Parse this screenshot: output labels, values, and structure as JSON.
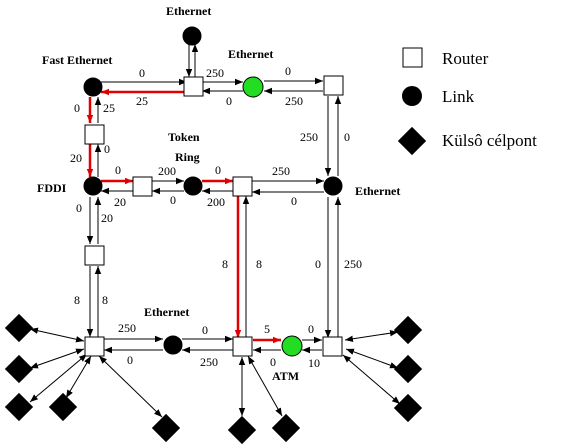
{
  "legend": {
    "router": "Router",
    "link": "Link",
    "target": "Külsô célpont"
  },
  "node_labels": {
    "ethernet_top": "Ethernet",
    "fast_ethernet": "Fast Ethernet",
    "ethernet_upper": "Ethernet",
    "token_ring": "Token\nRing",
    "fddi": "FDDI",
    "ethernet_right": "Ethernet",
    "ethernet_bottom": "Ethernet",
    "atm": "ATM"
  },
  "edge_labels": {
    "fe_r1_top": "0",
    "fe_r1_bottom": "25",
    "r1_eu_top": "250",
    "r1_eu_bottom": "0",
    "eu_r2_top": "0",
    "eu_r2_bottom": "250",
    "fe_r3_left": "0",
    "fe_r3_right": "25",
    "r3_fddi_left": "20",
    "r3_fddi_right": "0",
    "fddi_r4_top": "0",
    "fddi_r4_bottom": "20",
    "r4_tr_top": "200",
    "r4_tr_bottom": "0",
    "tr_r5_top": "0",
    "tr_r5_bottom": "200",
    "r5_er_top": "250",
    "r5_er_bottom": "0",
    "r2_er_left": "250",
    "r2_er_right": "0",
    "r5_r8_left": "8",
    "r5_r8_right": "8",
    "fddi_r6_left": "0",
    "fddi_r6_right": "20",
    "r6_r7_left": "8",
    "r6_r7_right": "8",
    "er_r9_left": "0",
    "er_r9_right": "250",
    "r7_eb_top": "250",
    "r7_eb_bottom": "0",
    "eb_r8_top": "0",
    "eb_r8_bottom": "250",
    "r8_atm_top": "5",
    "r8_atm_bottom": "0",
    "atm_r9_top": "0",
    "atm_r9_bottom": "10"
  },
  "colors": {
    "highlight_path": "#e00000",
    "active_link": "#22dd22",
    "line": "#000000"
  }
}
